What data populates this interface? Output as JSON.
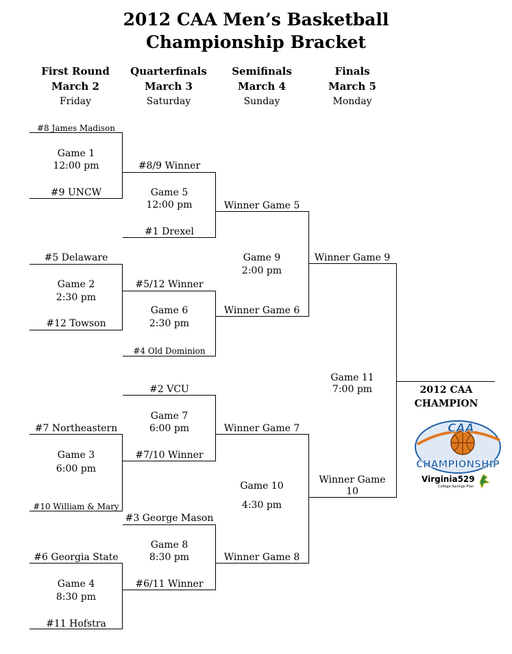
{
  "title": {
    "line1": "2012 CAA Men’s Basketball",
    "line2": "Championship Bracket"
  },
  "rounds": [
    {
      "name": "First Round",
      "date": "March 2",
      "day": "Friday"
    },
    {
      "name": "Quarterfinals",
      "date": "March 3",
      "day": "Saturday"
    },
    {
      "name": "Semifinals",
      "date": "March 4",
      "day": "Sunday"
    },
    {
      "name": "Finals",
      "date": "March 5",
      "day": "Monday"
    }
  ],
  "first_round": {
    "teams": [
      "#8 James Madison",
      "#9 UNCW",
      "#5 Delaware",
      "#12 Towson",
      "#7 Northeastern",
      "#10 William & Mary",
      "#6 Georgia State",
      "#11 Hofstra"
    ],
    "games": [
      {
        "name": "Game 1",
        "time": "12:00 pm"
      },
      {
        "name": "Game 2",
        "time": "2:30 pm"
      },
      {
        "name": "Game 3",
        "time": "6:00 pm"
      },
      {
        "name": "Game 4",
        "time": "8:30 pm"
      }
    ]
  },
  "quarterfinals": {
    "slots": [
      "#8/9 Winner",
      "#1 Drexel",
      "#5/12 Winner",
      "#4 Old Dominion",
      "#2 VCU",
      "#7/10 Winner",
      "#3 George Mason",
      "#6/11 Winner"
    ],
    "games": [
      {
        "name": "Game 5",
        "time": "12:00 pm"
      },
      {
        "name": "Game 6",
        "time": "2:30 pm"
      },
      {
        "name": "Game 7",
        "time": "6:00 pm"
      },
      {
        "name": "Game 8",
        "time": "8:30 pm"
      }
    ]
  },
  "semifinals": {
    "slots": [
      "Winner Game 5",
      "Winner Game 6",
      "Winner Game 7",
      "Winner Game 8"
    ],
    "games": [
      {
        "name": "Game 9",
        "time": "2:00 pm"
      },
      {
        "name": "Game 10",
        "time": "4:30 pm"
      }
    ]
  },
  "finals": {
    "slots": [
      "Winner Game 9",
      "Winner Game",
      "10"
    ],
    "game": {
      "name": "Game 11",
      "time": "7:00 pm"
    }
  },
  "champion": {
    "line1": "2012 CAA",
    "line2": "CHAMPION"
  },
  "logo": {
    "top_text": "CAA",
    "main_text": "CHAMPIONSHIP",
    "sponsor": "Virginia529",
    "sponsor_sub": "College Savings Plan",
    "colors": {
      "blue": "#1f5fa8",
      "orange": "#e07a1f",
      "green": "#2e8b3a"
    }
  }
}
